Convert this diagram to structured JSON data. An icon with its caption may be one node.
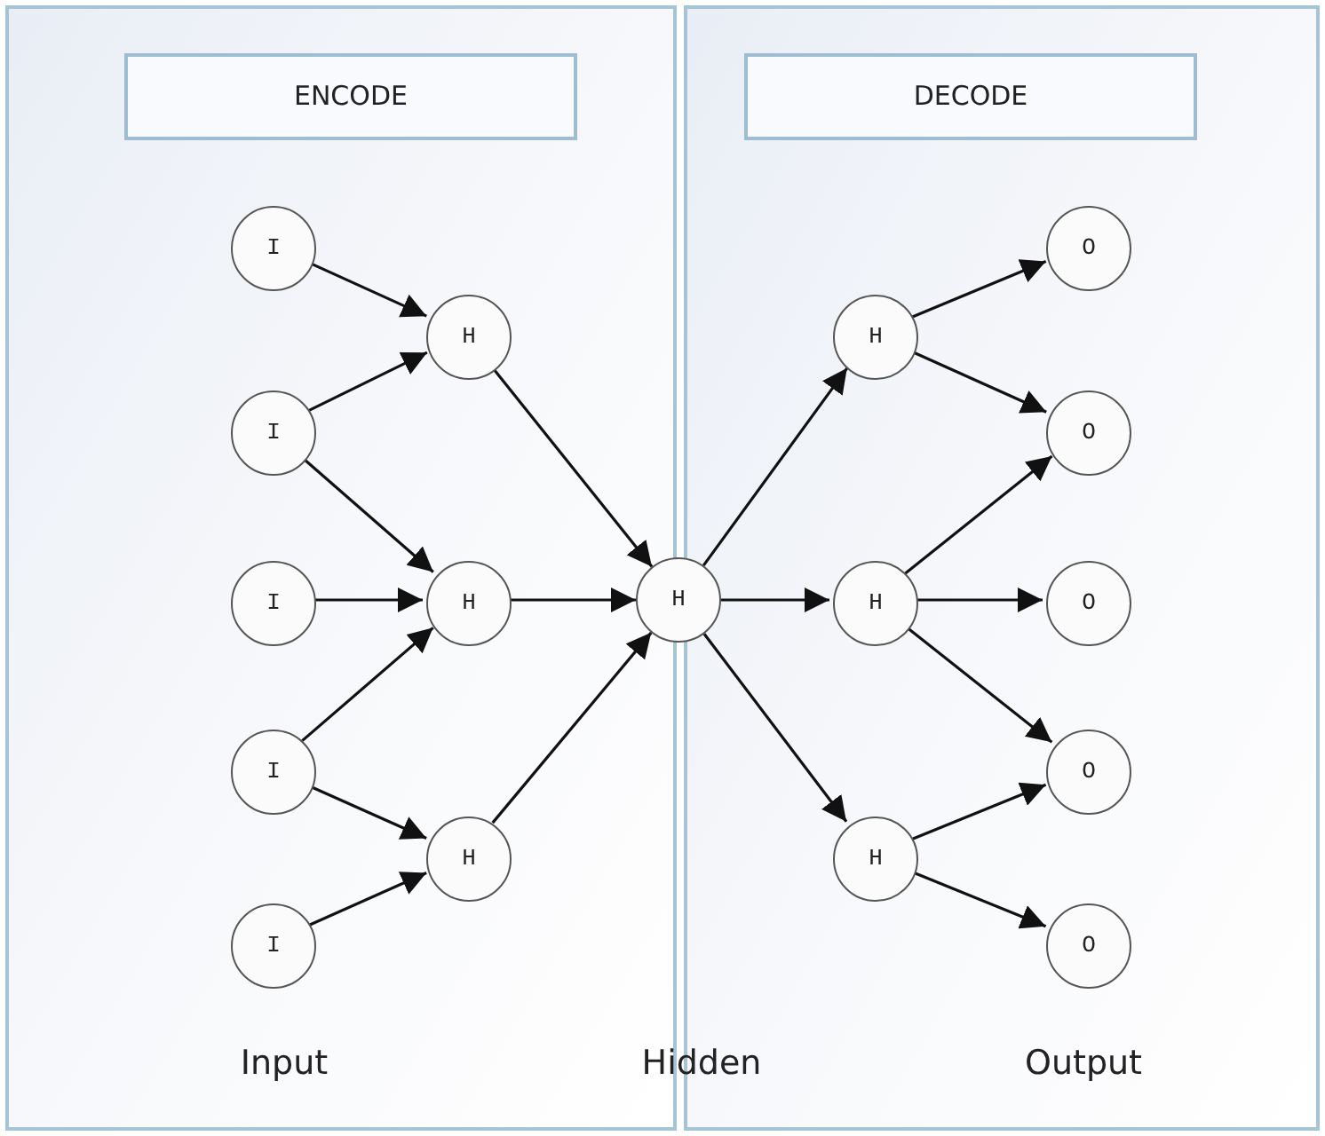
{
  "diagram": {
    "nodes": [
      {
        "text": [],
        "shape": "box"
      },
      {
        "text": [
          "ENCODE"
        ],
        "in": 0
      },
      {
        "text": [],
        "shape": "box"
      },
      {
        "text": [
          "DECODE"
        ],
        "in": 2
      },
      {
        "text": [
          "I"
        ],
        "in": 0
      },
      {
        "text": [
          "I"
        ],
        "in": 0
      },
      {
        "text": [
          "I"
        ],
        "in": 0
      },
      {
        "text": [
          "I"
        ],
        "in": 0
      },
      {
        "text": [
          "I"
        ],
        "in": 0
      },
      {
        "text": [
          "H"
        ],
        "in": 0
      },
      {
        "text": [
          "H"
        ],
        "in": 0
      },
      {
        "text": [
          "H"
        ],
        "in": 0
      },
      {
        "text": [
          "H"
        ]
      },
      {
        "text": [
          "H"
        ],
        "in": 2
      },
      {
        "text": [
          "H"
        ],
        "in": 2
      },
      {
        "text": [
          "H"
        ],
        "in": 2
      },
      {
        "text": [
          "O"
        ],
        "in": 2
      },
      {
        "text": [
          "O"
        ],
        "in": 2
      },
      {
        "text": [
          "O"
        ],
        "in": 2
      },
      {
        "text": [
          "O"
        ],
        "in": 2
      },
      {
        "text": [
          "O"
        ],
        "in": 2
      }
    ],
    "edges": [
      {
        "from": 4,
        "to": 9,
        "arrow": "to"
      },
      {
        "from": 5,
        "to": 9,
        "arrow": "to"
      },
      {
        "from": 5,
        "to": 10,
        "arrow": "to"
      },
      {
        "from": 6,
        "to": 10,
        "arrow": "to"
      },
      {
        "from": 7,
        "to": 10,
        "arrow": "to"
      },
      {
        "from": 7,
        "to": 11,
        "arrow": "to"
      },
      {
        "from": 8,
        "to": 11,
        "arrow": "to"
      },
      {
        "from": 9,
        "to": 12,
        "arrow": "to"
      },
      {
        "from": 10,
        "to": 12,
        "arrow": "to"
      },
      {
        "from": 11,
        "to": 12,
        "arrow": "to"
      },
      {
        "from": 12,
        "to": 13,
        "arrow": "to"
      },
      {
        "from": 12,
        "to": 14,
        "arrow": "to"
      },
      {
        "from": 12,
        "to": 15,
        "arrow": "to"
      },
      {
        "from": 13,
        "to": 16,
        "arrow": "to"
      },
      {
        "from": 13,
        "to": 17,
        "arrow": "to"
      },
      {
        "from": 14,
        "to": 17,
        "arrow": "to"
      },
      {
        "from": 14,
        "to": 18,
        "arrow": "to"
      },
      {
        "from": 14,
        "to": 19,
        "arrow": "to"
      },
      {
        "from": 15,
        "to": 19,
        "arrow": "to"
      },
      {
        "from": 15,
        "to": 20,
        "arrow": "to"
      }
    ],
    "labels": [
      "Input",
      "Hidden",
      "Output"
    ]
  }
}
